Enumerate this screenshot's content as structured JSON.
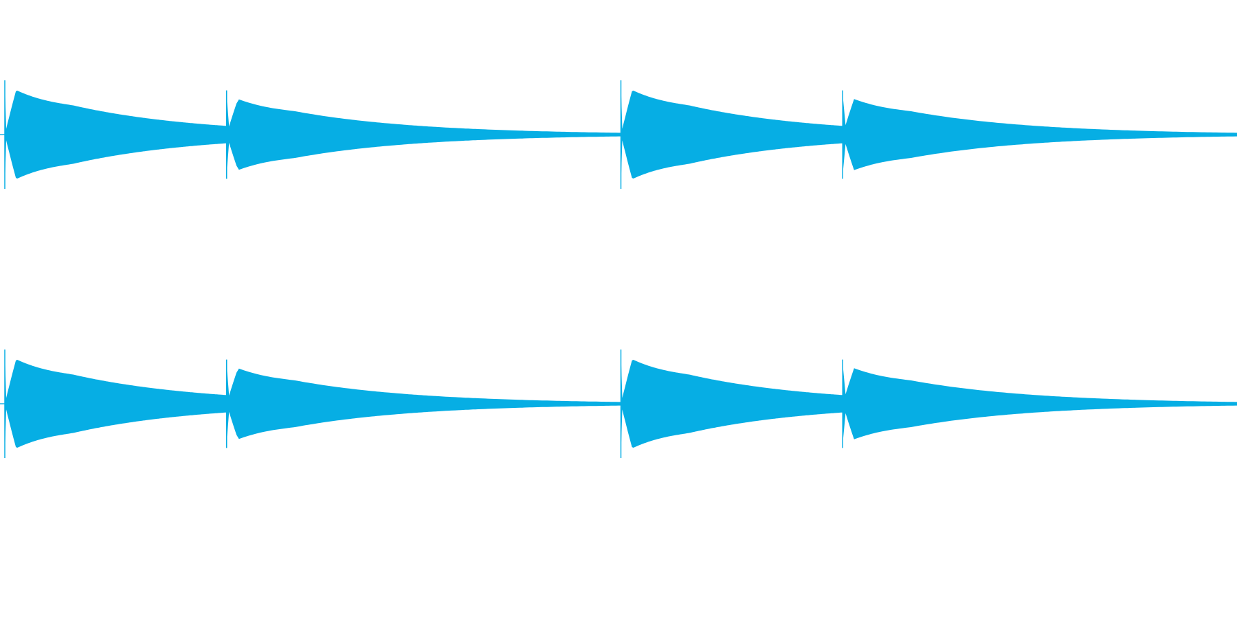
{
  "waveform": {
    "color": "#06aee4",
    "channels": [
      {
        "name": "channel-1",
        "bursts": [
          {
            "onset": 0.0,
            "peak": 1.0
          },
          {
            "onset": 0.18,
            "peak": 0.8
          },
          {
            "onset": 0.5,
            "peak": 1.0
          },
          {
            "onset": 0.68,
            "peak": 0.8
          }
        ]
      },
      {
        "name": "channel-2",
        "bursts": [
          {
            "onset": 0.0,
            "peak": 1.0
          },
          {
            "onset": 0.18,
            "peak": 0.8
          },
          {
            "onset": 0.5,
            "peak": 1.0
          },
          {
            "onset": 0.68,
            "peak": 0.8
          }
        ]
      }
    ]
  }
}
